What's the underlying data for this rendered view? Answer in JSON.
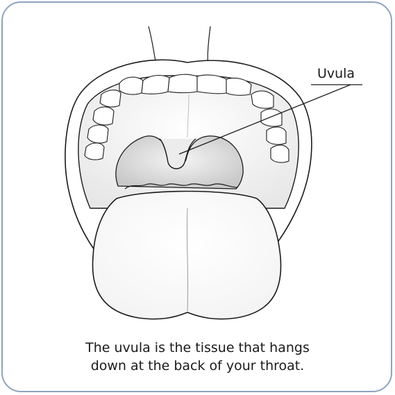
{
  "diagram": {
    "label": "Uvula",
    "caption_line1": "The uvula is the tissue that hangs",
    "caption_line2": "down at the back of your throat."
  },
  "colors": {
    "border": "#8ea3bf",
    "outline": "#1a1a1a",
    "throat": "#d8d8d8",
    "tissue": "#f2f2f2"
  }
}
